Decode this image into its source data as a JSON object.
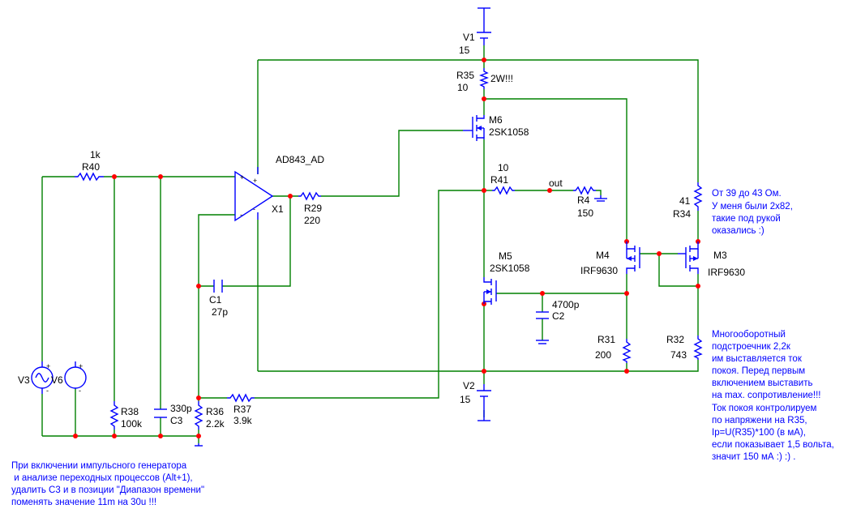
{
  "v1": {
    "name": "V1",
    "value": "15"
  },
  "v2": {
    "name": "V2",
    "value": "15"
  },
  "v3": {
    "name": "V3"
  },
  "v6": {
    "name": "V6"
  },
  "r35": {
    "name": "R35",
    "value": "10",
    "note": "2W!!!"
  },
  "r40": {
    "name": "R40",
    "value": "1k"
  },
  "r41": {
    "name": "R41",
    "value": "10"
  },
  "r29": {
    "name": "R29",
    "value": "220"
  },
  "r4": {
    "name": "R4",
    "value": "150"
  },
  "r34": {
    "name": "R34",
    "value": "41"
  },
  "r31": {
    "name": "R31",
    "value": "200"
  },
  "r32": {
    "name": "R32",
    "value": "743"
  },
  "r38": {
    "name": "R38",
    "value": "100k"
  },
  "r36": {
    "name": "R36",
    "value": "2.2k"
  },
  "r37": {
    "name": "R37",
    "value": "3.9k"
  },
  "c1": {
    "name": "C1",
    "value": "27p"
  },
  "c2": {
    "name": "C2",
    "value": "4700p"
  },
  "c3": {
    "name": "C3",
    "value": "330p"
  },
  "x1": {
    "name": "X1",
    "model": "AD843_AD"
  },
  "m6": {
    "name": "M6",
    "model": "2SK1058"
  },
  "m5": {
    "name": "M5",
    "model": "2SK1058"
  },
  "m4": {
    "name": "M4",
    "model": "IRF9630"
  },
  "m3": {
    "name": "M3",
    "model": "IRF9630"
  },
  "out_label": "out",
  "pin": {
    "plus": "+",
    "minus": "-"
  },
  "notes": {
    "r34": [
      "От 39 до 43 Ом.",
      "У меня были 2х82,",
      "такие под рукой",
      "оказались :)"
    ],
    "r32": [
      "Многооборотный",
      "подстроечник 2,2к",
      "им выставляется ток",
      "покоя. Перед первым",
      "включением выставить",
      "на max. сопротивление!!!",
      "Ток покоя контролируем",
      "по напряжени на R35,",
      "Ip=U(R35)*100 (в мА),",
      "если показывает 1,5 вольта,",
      "значит 150 мА :) :) ."
    ],
    "bottom": [
      "При включении импульсного генератора",
      " и анализе переходных процессов (Alt+1),",
      "удалить С3 и в позиции \"Диапазон времени\"",
      "поменять значение 11m на 30u !!!"
    ]
  }
}
